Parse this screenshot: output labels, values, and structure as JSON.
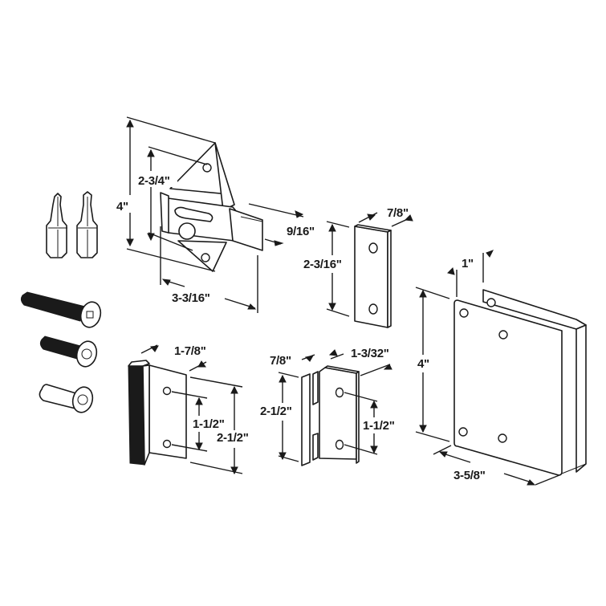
{
  "diagram": {
    "type": "hardware-kit-dimension-drawing",
    "background": "#ffffff",
    "line_color": "#1a1a1a"
  },
  "parts": {
    "slide_latch": {
      "height": "4\"",
      "hole_spacing": "2-3/4\"",
      "bolt_width": "9/16\"",
      "length": "3-3/16\""
    },
    "strike_plate": {
      "width": "7/8\"",
      "height": "2-3/16\""
    },
    "u_bracket": {
      "depth": "1\"",
      "height": "4\"",
      "width": "3-5/8\""
    },
    "keeper_with_bumper": {
      "width": "1-7/8\"",
      "hole_spacing": "1-1/2\"",
      "height": "2-1/2\""
    },
    "wraparound_keeper": {
      "slot_width": "7/8\"",
      "flange_width": "1-3/32\"",
      "height": "2-1/2\"",
      "hole_spacing": "1-1/2\""
    },
    "hardware": {
      "items": [
        "torx-bit",
        "torx-bit",
        "long-machine-screw",
        "short-machine-screw",
        "barrel-nut"
      ]
    }
  }
}
